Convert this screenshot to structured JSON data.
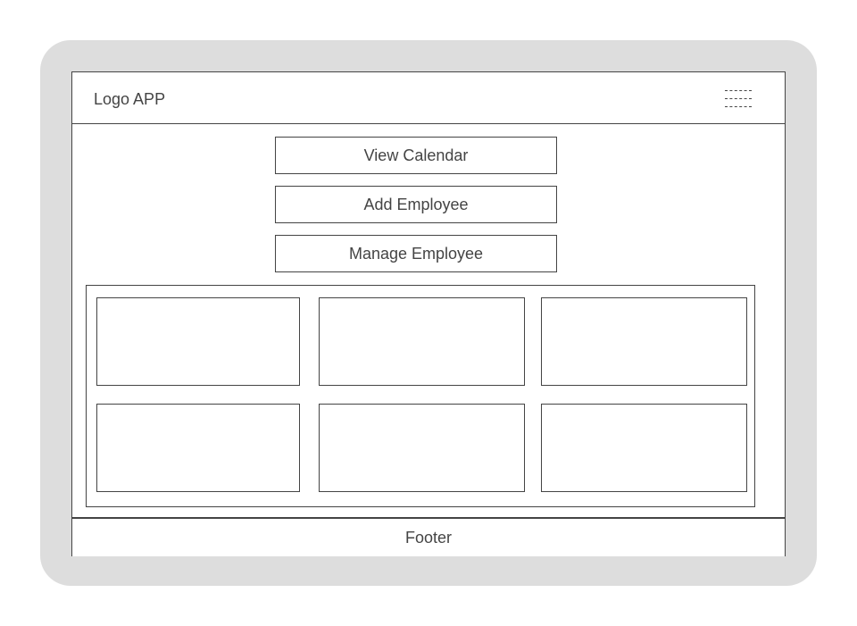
{
  "header": {
    "logo_text": "Logo APP",
    "menu_icon": "hamburger-menu-icon"
  },
  "main": {
    "buttons": [
      {
        "label": "View Calendar"
      },
      {
        "label": "Add Employee"
      },
      {
        "label": "Manage Employee"
      }
    ]
  },
  "footer": {
    "text": "Footer"
  },
  "colors": {
    "frame": "#dddddd",
    "border": "#444444",
    "text": "#444444",
    "background": "#ffffff"
  }
}
